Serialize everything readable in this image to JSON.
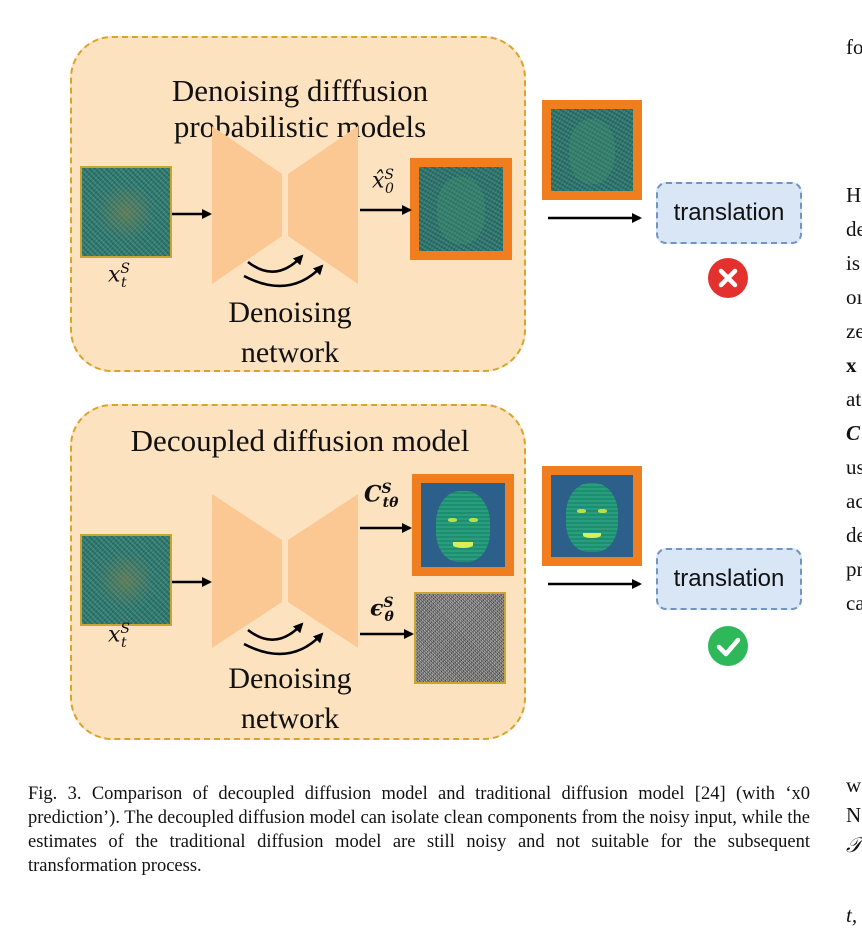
{
  "figure": {
    "top_panel": {
      "title_line1": "Denoising difffusion",
      "title_line2": "probabilistic models",
      "input_label_base": "x",
      "input_label_sup": "S",
      "input_label_sub": "t",
      "network_label_line1": "Denoising",
      "network_label_line2": "network",
      "output_label_base": "x̂",
      "output_label_sup": "S",
      "output_label_sub": "0",
      "translation_label": "translation",
      "result_icon": "cross-icon"
    },
    "bottom_panel": {
      "title": "Decoupled diffusion model",
      "input_label_base": "x",
      "input_label_sup": "S",
      "input_label_sub": "t",
      "network_label_line1": "Denoising",
      "network_label_line2": "network",
      "output1_label_base": "C",
      "output1_label_sup": "S",
      "output1_label_sub": "tθ",
      "output2_label_base": "ϵ",
      "output2_label_sup": "S",
      "output2_label_sub": "θ",
      "translation_label": "translation",
      "result_icon": "check-icon"
    },
    "colors": {
      "panel_fill": "#fde2c0",
      "panel_border": "#d7a52b",
      "frame_orange": "#f07d1e",
      "translation_fill": "#d8e6f6",
      "cross_red": "#e3312f",
      "check_green": "#2fb85a"
    }
  },
  "caption": "Fig. 3.  Comparison of decoupled diffusion model and traditional diffusion model [24] (with ‘x0 prediction’). The decoupled diffusion model can isolate clean components from the noisy input, while the estimates of the traditional diffusion model are still noisy and not suitable for the subsequent transformation process.",
  "side_fragments": [
    "fo",
    "H",
    "de",
    "is",
    "oı",
    "ze",
    "x",
    "at",
    "C",
    "us",
    "ac",
    "de",
    "pr",
    "ca",
    "w",
    "N",
    "𝒯",
    "t,"
  ]
}
